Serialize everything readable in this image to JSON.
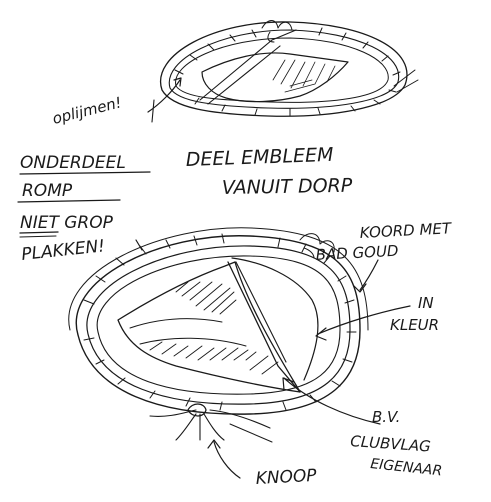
{
  "labels": {
    "oplijmen": "oplijmen!",
    "onderdeel": "ONDERDEEL",
    "romp": "ROMP",
    "niet_grop": "NIET GROP",
    "plakken": "PLAKKEN!",
    "title_1": "DEEL EMBLEEM",
    "title_2": "VANUIT DORP",
    "koord_1": "KOORD MET",
    "koord_2": "BAD GOUD",
    "in_1": "IN",
    "in_2": "KLEUR",
    "bv_1": "B.V.",
    "bv_2": "CLUBVLAG",
    "bv_3": "EIGENAAR",
    "knoop": "KNOOP"
  }
}
